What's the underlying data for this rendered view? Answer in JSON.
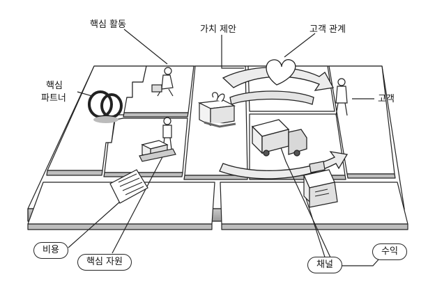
{
  "labels": {
    "key_activities": "핵심 활동",
    "value_proposition": "가치 제안",
    "customer_relationships": "고객 관계",
    "key_partners_line1": "핵심",
    "key_partners_line2": "파트너",
    "customers": "고객",
    "cost": "비용",
    "key_resources": "핵심 자원",
    "channels": "채널",
    "revenue": "수익"
  },
  "icons": [
    "person-working-icon",
    "heart-icon",
    "interlocked-rings-icon",
    "gift-box-icon",
    "person-standing-icon",
    "box-cart-icon",
    "customer-person-icon",
    "delivery-truck-icon",
    "invoice-paper-icon",
    "cash-register-icon"
  ]
}
